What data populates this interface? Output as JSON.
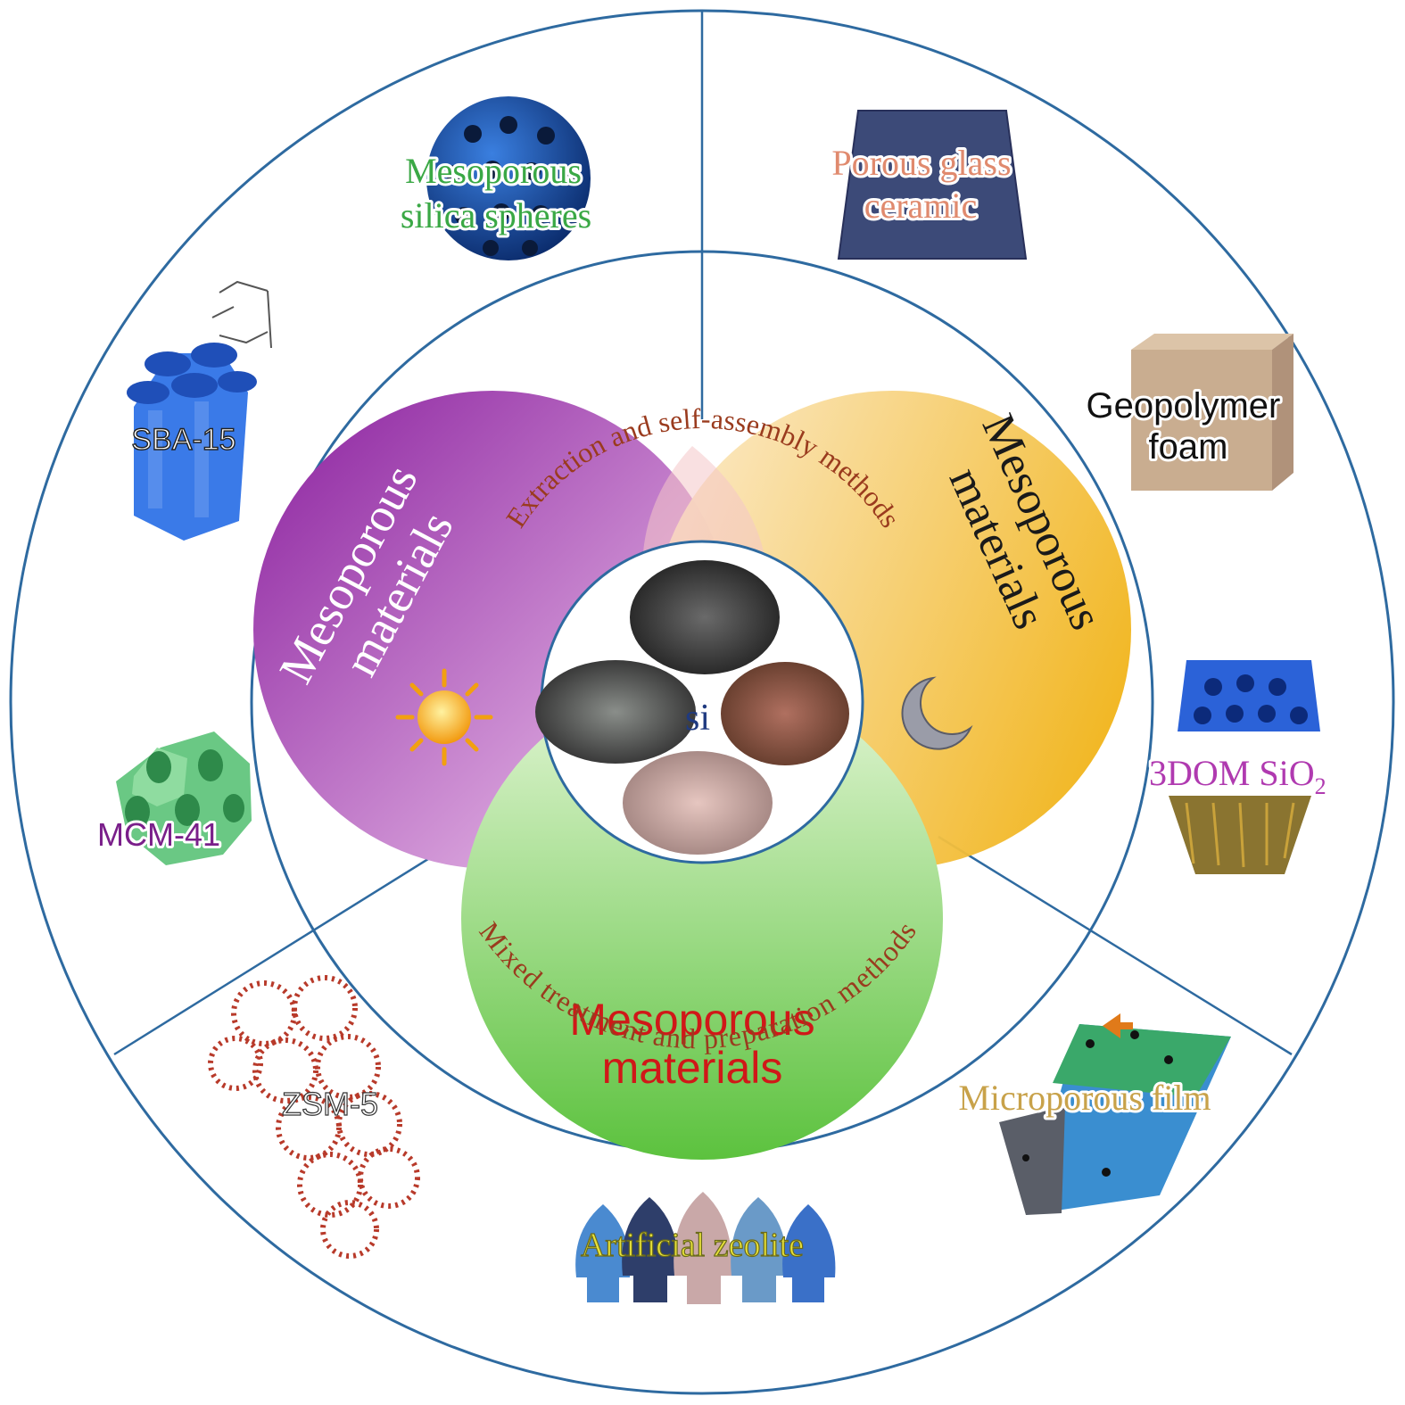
{
  "center": {
    "label": "si"
  },
  "rings": {
    "upper_left_text": "Mesoporous materials",
    "upper_left_line1": "Mesoporous",
    "upper_left_line2": "materials",
    "upper_right_line1": "Mesoporous",
    "upper_right_line2": "materials",
    "bottom_line1": "Mesoporous",
    "bottom_line2": "materials"
  },
  "methods": {
    "top_arc": "Extraction and self-assembly methods",
    "bottom_arc": "Mixed treatment and preparation methods"
  },
  "outer_items": {
    "mesoporous_silica_line1": "Mesoporous",
    "mesoporous_silica_line2": "silica spheres",
    "porous_glass_line1": "Porous glass",
    "porous_glass_line2": "ceramic",
    "geopolymer_line1": "Geopolymer",
    "geopolymer_line2": "foam",
    "dom_main": "3DOM SiO",
    "dom_sub": "2",
    "microporous_film": "Microporous film",
    "artificial_zeolite": "Artificial zeolite",
    "zsm5": "ZSM-5",
    "mcm41": "MCM-41",
    "sba15": "SBA-15"
  },
  "colors": {
    "ring_line": "#2e6aa0",
    "purple": "#8a1f9e",
    "orange": "#f2b81e",
    "green": "#6cc94a",
    "method_text": "#9a3b1e",
    "label_green": "#3aa845",
    "label_salmon": "#e08a6e",
    "label_magenta": "#b03ab0",
    "label_tan": "#c8a24a",
    "label_yellow": "#e8e23a",
    "label_purple": "#7a1f8a",
    "bottom_red": "#d01818"
  },
  "icons": [
    "sun-icon",
    "moon-icon"
  ]
}
